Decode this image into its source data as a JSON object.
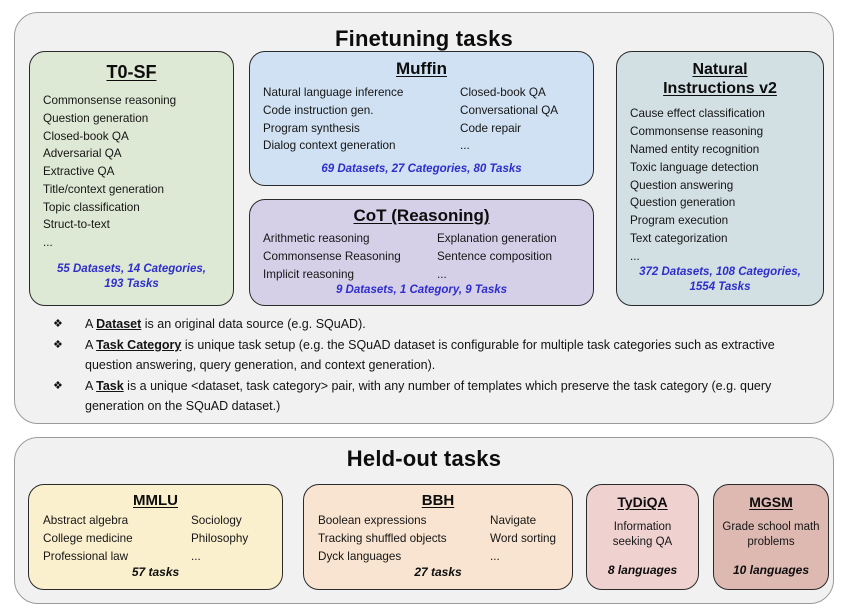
{
  "finetuning": {
    "title": "Finetuning tasks",
    "bullet_glyph": "❖",
    "boxes": {
      "t0sf": {
        "title": "T0-SF",
        "bg": "#dde9d4",
        "items": [
          "Commonsense reasoning",
          "Question generation",
          "Closed-book QA",
          "Adversarial QA",
          "Extractive QA",
          "Title/context generation",
          "Topic classification",
          "Struct-to-text",
          "..."
        ],
        "stats": "55 Datasets, 14 Categories, 193 Tasks"
      },
      "muffin": {
        "title": "Muffin",
        "bg": "#cfe1f2",
        "col1": [
          "Natural language inference",
          "Code instruction gen.",
          "Program synthesis",
          "Dialog context generation"
        ],
        "col2": [
          "Closed-book QA",
          "Conversational QA",
          "Code repair",
          "..."
        ],
        "stats": "69 Datasets, 27 Categories, 80 Tasks"
      },
      "cot": {
        "title": "CoT (Reasoning)",
        "bg": "#d6cfe8",
        "col1": [
          "Arithmetic reasoning",
          "Commonsense Reasoning",
          "Implicit reasoning"
        ],
        "col2": [
          "Explanation generation",
          "Sentence composition",
          "..."
        ],
        "stats": "9 Datasets, 1 Category, 9 Tasks"
      },
      "niv2": {
        "title": "Natural Instructions v2",
        "bg": "#d2dfe3",
        "items": [
          "Cause effect classification",
          "Commonsense reasoning",
          "Named entity recognition",
          "Toxic language detection",
          "Question answering",
          "Question generation",
          "Program execution",
          "Text categorization",
          "..."
        ],
        "stats": "372 Datasets, 108 Categories, 1554 Tasks"
      }
    },
    "notes": [
      {
        "prefix": "A ",
        "term": "Dataset",
        "rest": " is an original data source (e.g. SQuAD)."
      },
      {
        "prefix": "A ",
        "term": "Task Category",
        "rest": " is unique task setup (e.g. the SQuAD dataset is configurable for multiple task categories such as extractive question answering, query generation, and context generation)."
      },
      {
        "prefix": "A ",
        "term": "Task",
        "rest": " is a unique <dataset, task category> pair, with any number of templates which preserve the task category (e.g. query generation on the SQuAD dataset.)"
      }
    ]
  },
  "heldout": {
    "title": "Held-out tasks",
    "boxes": {
      "mmlu": {
        "title": "MMLU",
        "bg": "#fbf0ce",
        "col1": [
          "Abstract algebra",
          "College medicine",
          "Professional law"
        ],
        "col2": [
          "Sociology",
          "Philosophy",
          "..."
        ],
        "stats": "57 tasks"
      },
      "bbh": {
        "title": "BBH",
        "bg": "#f8e4d0",
        "col1": [
          "Boolean expressions",
          "Tracking shuffled objects",
          "Dyck languages"
        ],
        "col2": [
          "Navigate",
          "Word sorting",
          "..."
        ],
        "stats": "27 tasks"
      },
      "tydiqa": {
        "title": "TyDiQA",
        "bg": "#efd2d0",
        "desc": "Information seeking QA",
        "stats": "8 languages"
      },
      "mgsm": {
        "title": "MGSM",
        "bg": "#ddb9b2",
        "desc": "Grade school math problems",
        "stats": "10 languages"
      }
    }
  },
  "colors": {
    "stats_blue": "#2e2ecb",
    "container_bg": "#f1f1f1",
    "box_border": "#2a2a2a"
  }
}
